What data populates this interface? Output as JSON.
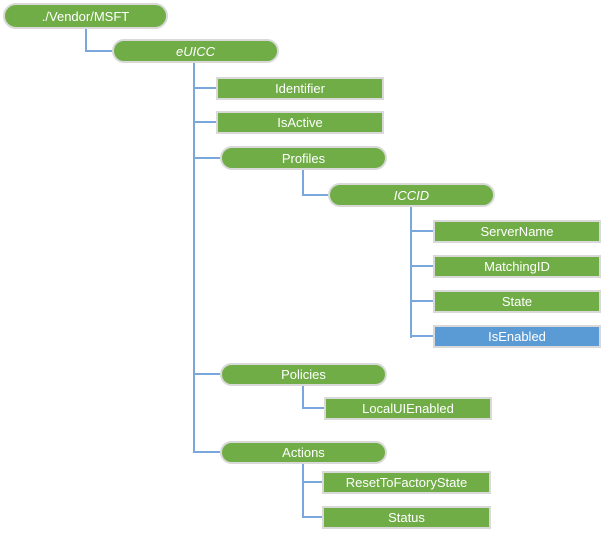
{
  "colors": {
    "node_green": "#70AD47",
    "node_blue": "#5B9BD5",
    "node_border": "#D9D9D9",
    "connector_blue": "#7AA7DC",
    "text": "#FFFFFF"
  },
  "nodes": {
    "vendor_msft": {
      "label": "./Vendor/MSFT",
      "shape": "pill",
      "color": "green",
      "parent": null
    },
    "euicc": {
      "label": "eUICC",
      "shape": "pill",
      "color": "green",
      "style": "italic",
      "parent": "vendor_msft"
    },
    "identifier": {
      "label": "Identifier",
      "shape": "rect",
      "color": "green",
      "parent": "euicc"
    },
    "is_active": {
      "label": "IsActive",
      "shape": "rect",
      "color": "green",
      "parent": "euicc"
    },
    "profiles": {
      "label": "Profiles",
      "shape": "pill",
      "color": "green",
      "parent": "euicc"
    },
    "iccid": {
      "label": "ICCID",
      "shape": "pill",
      "color": "green",
      "style": "italic",
      "parent": "profiles"
    },
    "server_name": {
      "label": "ServerName",
      "shape": "rect",
      "color": "green",
      "parent": "iccid"
    },
    "matching_id": {
      "label": "MatchingID",
      "shape": "rect",
      "color": "green",
      "parent": "iccid"
    },
    "state": {
      "label": "State",
      "shape": "rect",
      "color": "green",
      "parent": "iccid"
    },
    "is_enabled": {
      "label": "IsEnabled",
      "shape": "rect",
      "color": "blue",
      "parent": "iccid"
    },
    "policies": {
      "label": "Policies",
      "shape": "pill",
      "color": "green",
      "parent": "euicc"
    },
    "local_ui_enabled": {
      "label": "LocalUIEnabled",
      "shape": "rect",
      "color": "green",
      "parent": "policies"
    },
    "actions": {
      "label": "Actions",
      "shape": "pill",
      "color": "green",
      "parent": "euicc"
    },
    "reset_to_factory_state": {
      "label": "ResetToFactoryState",
      "shape": "rect",
      "color": "green",
      "parent": "actions"
    },
    "status": {
      "label": "Status",
      "shape": "rect",
      "color": "green",
      "parent": "actions"
    }
  }
}
